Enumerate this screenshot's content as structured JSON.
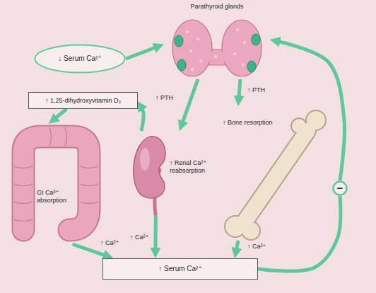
{
  "diagram": {
    "nodes": [
      {
        "text": [
          "Parathyroid glands"
        ]
      },
      {
        "text": [
          "↓ Serum Ca²⁺"
        ]
      },
      {
        "text": [
          "↑ 1,25-dihydroxyvitamin D₃"
        ]
      },
      {
        "text": [
          "GI Ca²⁺ absorption"
        ]
      },
      {
        "text": [
          "↑ Renal Ca²⁺ reabsorption"
        ]
      },
      {
        "text": [
          "↑ Bone resorption"
        ]
      },
      {
        "text": [
          "−"
        ]
      },
      {
        "text": [
          "↑ Serum Ca²⁺"
        ]
      }
    ],
    "edges": [
      {
        "from": 1,
        "to": 0,
        "arrow": "to"
      },
      {
        "from": 0,
        "to": 4,
        "label": "↑ PTH",
        "arrow": "to"
      },
      {
        "from": 4,
        "to": 2,
        "arrow": "to"
      },
      {
        "from": 2,
        "to": 3,
        "arrow": "to"
      },
      {
        "from": 0,
        "to": 5,
        "label": "↑ PTH",
        "arrow": "to"
      },
      {
        "from": 3,
        "to": 7,
        "label": "↑ Ca²⁺",
        "arrow": "to"
      },
      {
        "from": 4,
        "to": 7,
        "label": "↑ Ca²⁺",
        "arrow": "to"
      },
      {
        "from": 5,
        "to": 7,
        "label": "↑ Ca²⁺",
        "arrow": "to"
      },
      {
        "from": 7,
        "to": 6,
        "arrow": "none"
      },
      {
        "from": 6,
        "to": 0,
        "arrow": "to"
      }
    ]
  }
}
